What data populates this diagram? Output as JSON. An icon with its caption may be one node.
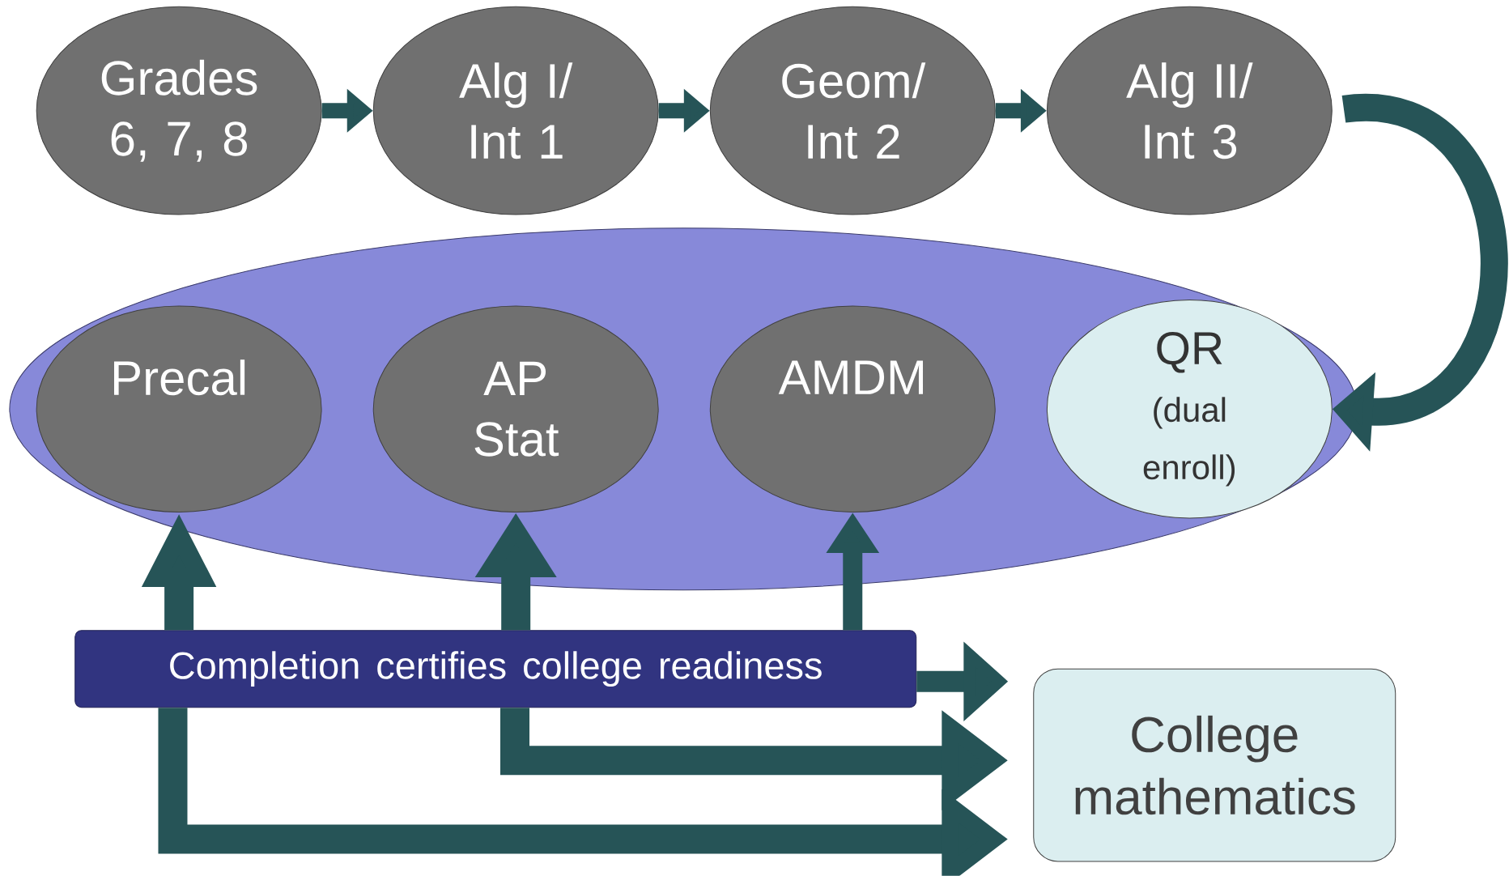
{
  "diagram": {
    "nodes": [
      {
        "text": [
          "Grades 6, 7, 8"
        ]
      },
      {
        "text": [
          "Alg I/ Int 1"
        ]
      },
      {
        "text": [
          "Geom/ Int 2"
        ]
      },
      {
        "text": [
          "Alg II/ Int 3"
        ]
      },
      {
        "text": [],
        "shape": "ellipse"
      },
      {
        "text": [
          "Precal"
        ],
        "in": 4
      },
      {
        "text": [
          "AP Stat"
        ],
        "in": 4
      },
      {
        "text": [
          "AMDM"
        ],
        "in": 4
      },
      {
        "text": [
          "QR",
          "(dual enroll)"
        ],
        "in": 4
      },
      {
        "text": [
          "Completion certifies college readiness"
        ]
      },
      {
        "text": [
          "College mathematics"
        ]
      }
    ],
    "edges": [
      {
        "from": 0,
        "to": 1,
        "arrow": "to"
      },
      {
        "from": 1,
        "to": 2,
        "arrow": "to"
      },
      {
        "from": 2,
        "to": 3,
        "arrow": "to"
      },
      {
        "from": 3,
        "to": 8,
        "arrow": "to"
      },
      {
        "from": 9,
        "to": 5,
        "arrow": "to"
      },
      {
        "from": 9,
        "to": 6,
        "arrow": "to"
      },
      {
        "from": 9,
        "to": 7,
        "arrow": "to"
      },
      {
        "from": 9,
        "to": 10,
        "arrow": "to"
      },
      {
        "from": 9,
        "to": 10,
        "arrow": "to"
      },
      {
        "from": 9,
        "to": 10,
        "arrow": "to"
      }
    ]
  }
}
